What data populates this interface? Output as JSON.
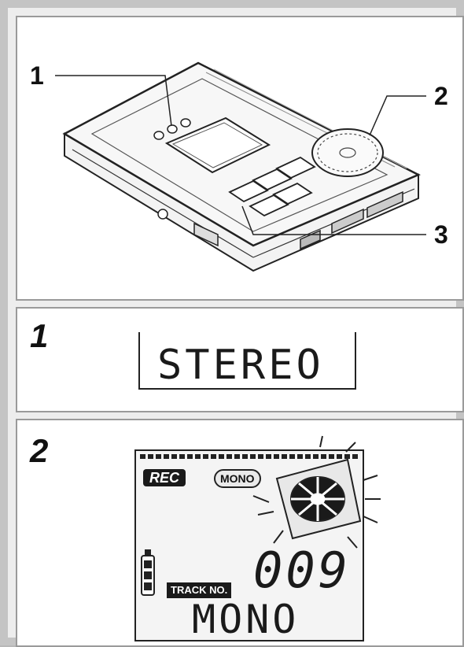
{
  "figure": {
    "callouts": [
      "1",
      "2",
      "3"
    ],
    "steps": [
      "1",
      "2"
    ]
  },
  "display_step1": {
    "text": "STEREO"
  },
  "display_step2": {
    "rec_label": "REC",
    "mono_badge": "MONO",
    "track_label": "TRACK NO.",
    "track_number": "009",
    "mode_text": "MONO"
  }
}
